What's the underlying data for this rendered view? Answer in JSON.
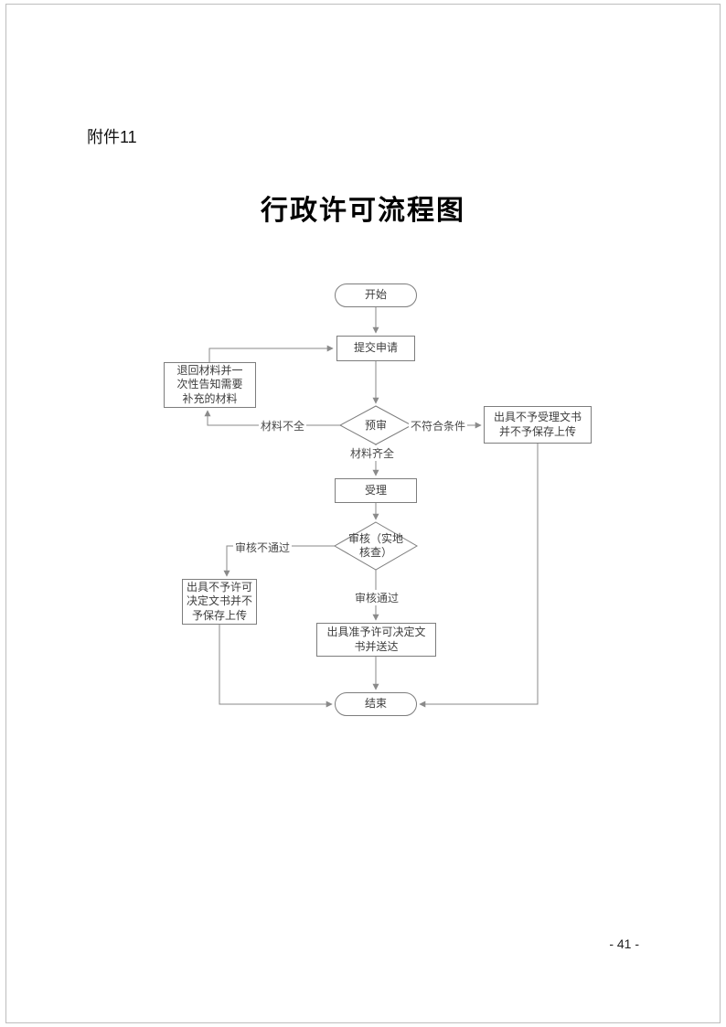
{
  "page": {
    "attachment_label": "附件11",
    "title": "行政许可流程图",
    "page_number": "- 41 -"
  },
  "flowchart": {
    "nodes": {
      "start": "开始",
      "submit": "提交申请",
      "return_materials": "退回材料并一\n次性告知需要\n补充的材料",
      "pre_review": "预审",
      "reject_accept": "出具不予受理文书\n并不予保存上传",
      "accept": "受理",
      "review": "审核（实地\n核查）",
      "deny_permit": "出具不予许可\n决定文书并不\n予保存上传",
      "grant_permit": "出具准予许可决定文\n书并送达",
      "end": "结束"
    },
    "edge_labels": {
      "materials_incomplete": "材料不全",
      "not_qualified": "不符合条件",
      "materials_complete": "材料齐全",
      "review_failed": "审核不通过",
      "review_passed": "审核通过"
    },
    "colors": {
      "line": "#8a8a8a",
      "node_border": "#7d7d7d",
      "text": "#3d3d3d"
    }
  }
}
